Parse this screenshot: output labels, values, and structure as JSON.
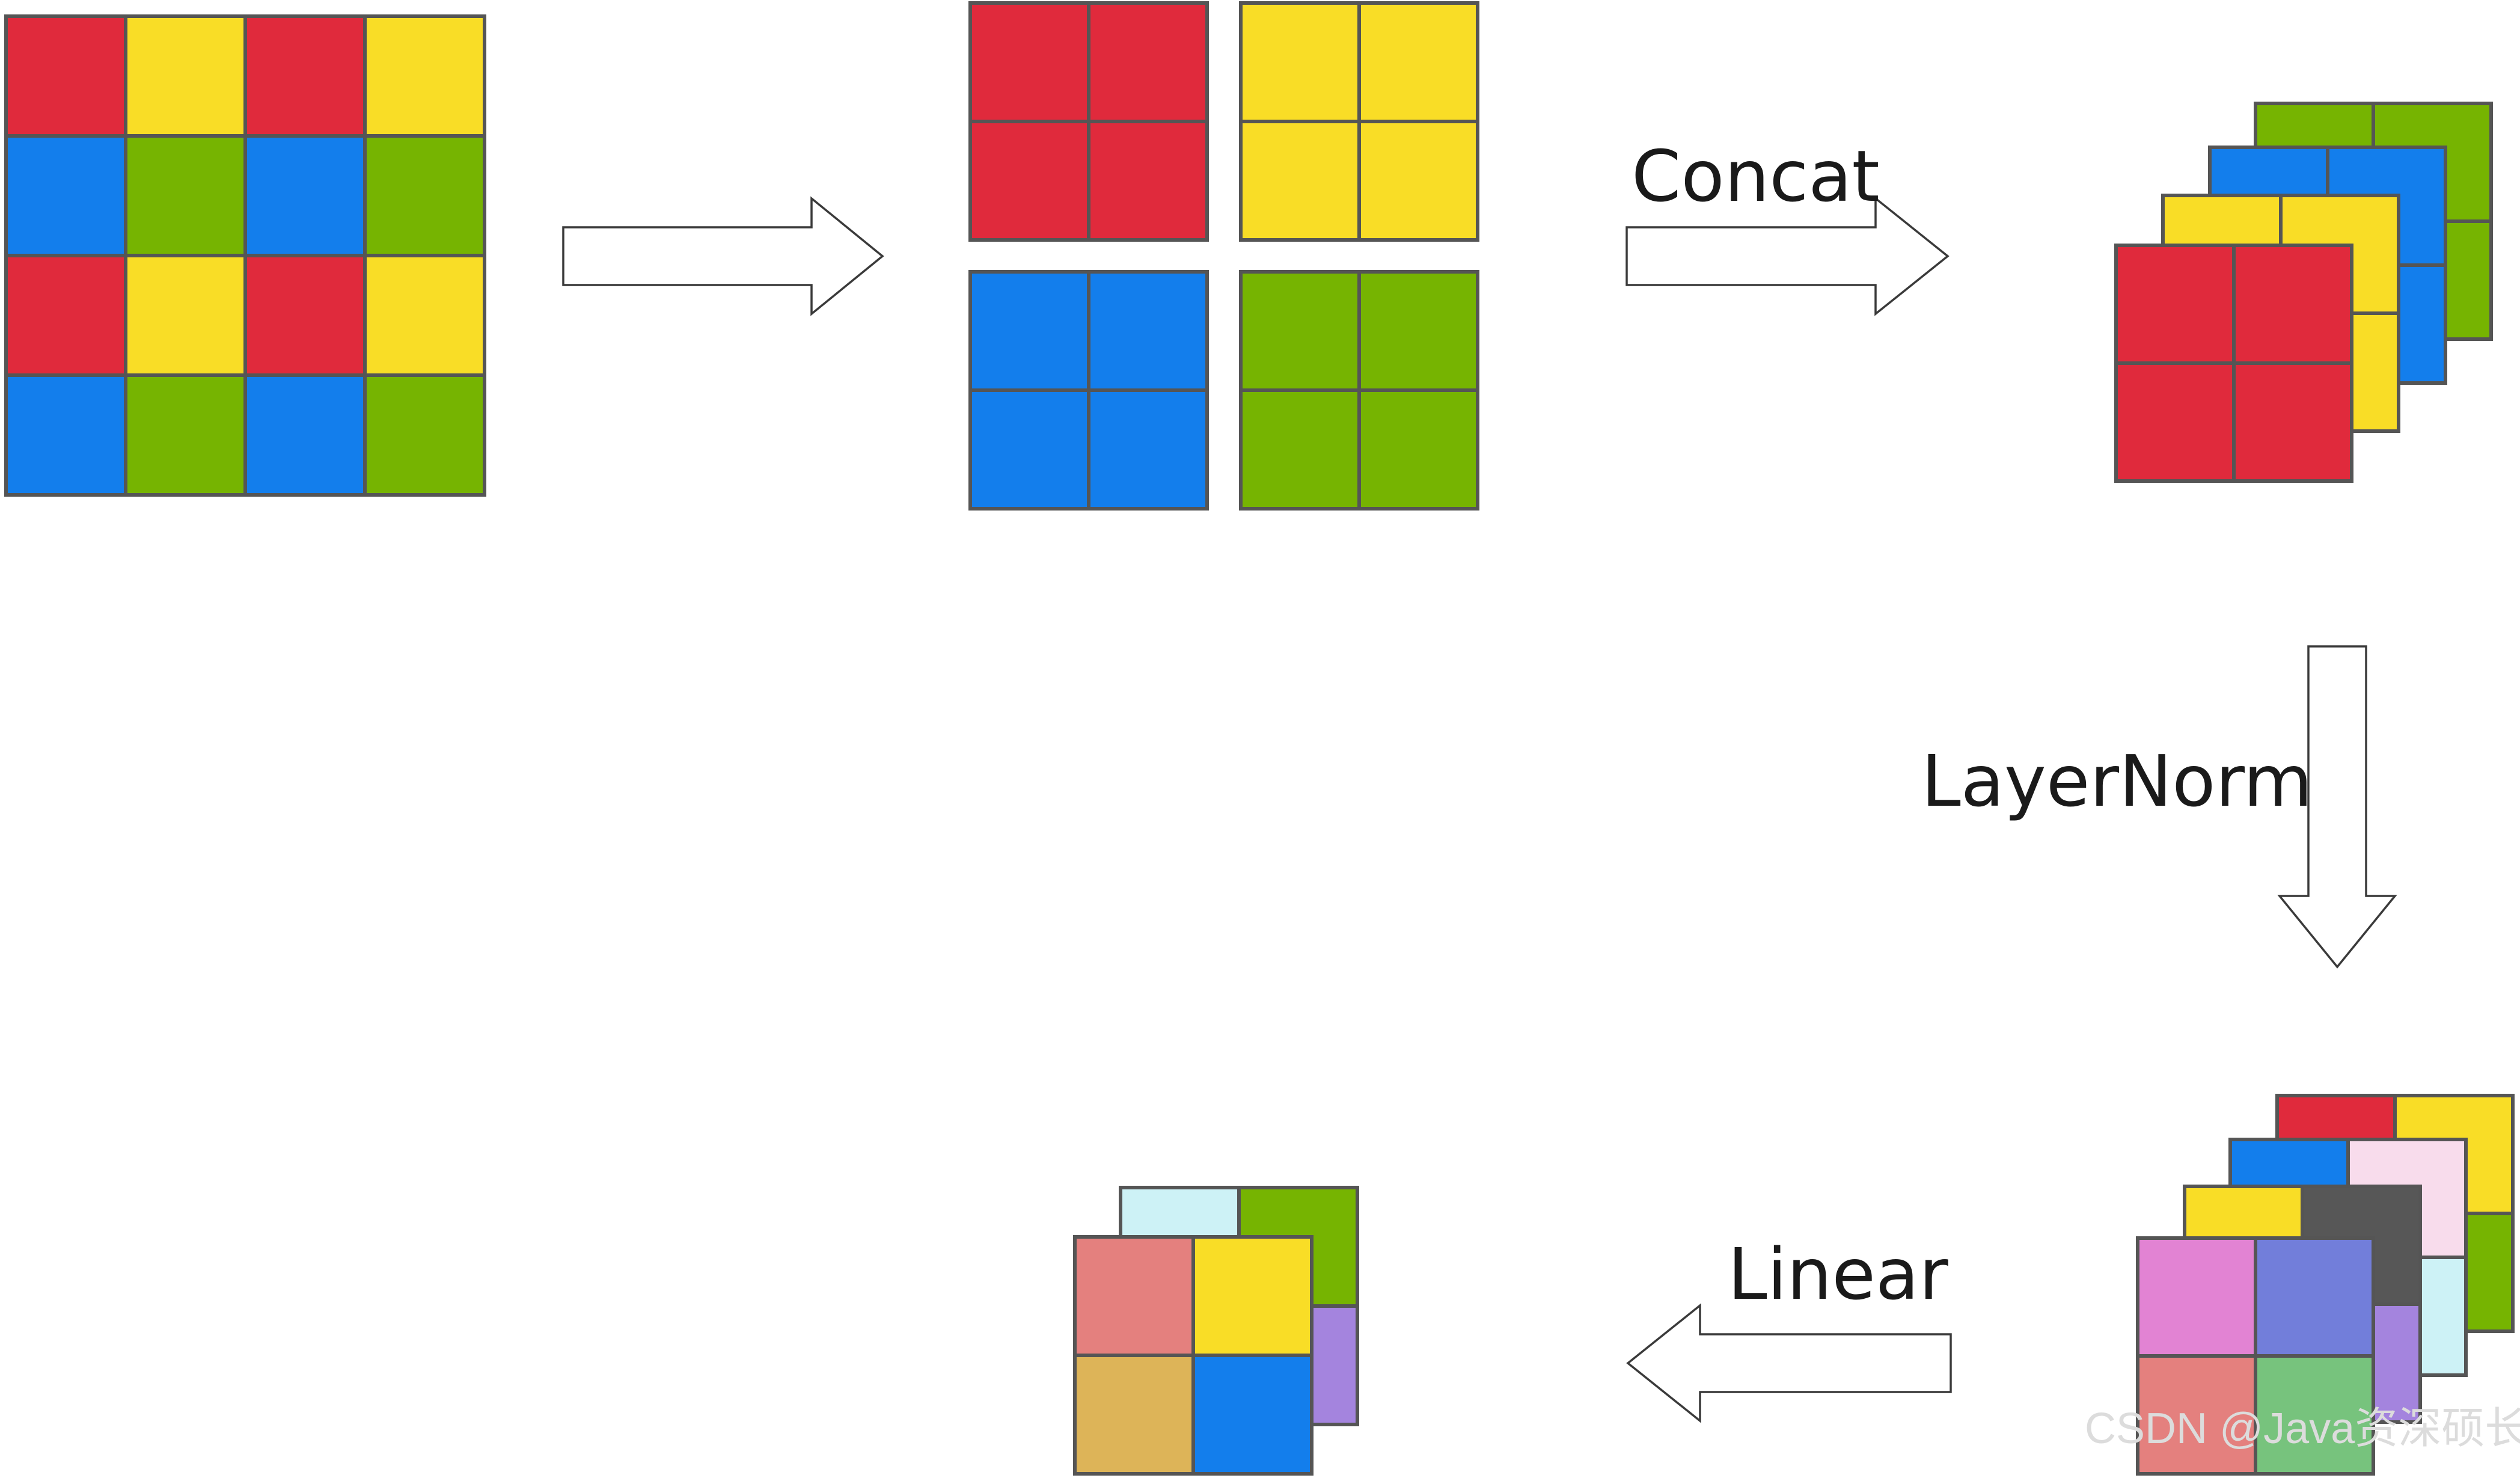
{
  "labels": {
    "concat": "Concat",
    "layernorm": "LayerNorm",
    "linear": "Linear"
  },
  "watermark": "CSDN @Java资深硕长",
  "colors": {
    "red": "#E02A3C",
    "yellow": "#F9DD26",
    "blue": "#137EEC",
    "green": "#76B401",
    "pink": "#E283D3",
    "periwinkle": "#727EDA",
    "salmon": "#E4807E",
    "mint": "#77C37D",
    "dark_gray": "#575757",
    "light_pink": "#F8DCEC",
    "light_cyan": "#CDF2F6",
    "purple": "#A484DE",
    "tan": "#DDB458",
    "grid_line": "#555555",
    "arrow_stroke": "#3a3a3a"
  },
  "input_grid": [
    [
      "red",
      "yellow",
      "red",
      "yellow"
    ],
    [
      "blue",
      "green",
      "blue",
      "green"
    ],
    [
      "red",
      "yellow",
      "red",
      "yellow"
    ],
    [
      "blue",
      "green",
      "blue",
      "green"
    ]
  ],
  "split_groups": [
    "red",
    "yellow",
    "blue",
    "green"
  ],
  "concat_stack": [
    "green",
    "blue",
    "yellow",
    "red"
  ],
  "normed_stack": [
    [
      "red",
      "yellow",
      "green",
      "green"
    ],
    [
      "blue",
      "light_pink",
      "light_cyan",
      "light_cyan"
    ],
    [
      "yellow",
      "dark_gray",
      "purple",
      "purple"
    ],
    [
      "pink",
      "periwinkle",
      "salmon",
      "mint"
    ]
  ],
  "output_stack": [
    [
      "light_cyan",
      "green",
      "purple",
      "purple"
    ],
    [
      "salmon",
      "yellow",
      "tan",
      "blue"
    ]
  ]
}
